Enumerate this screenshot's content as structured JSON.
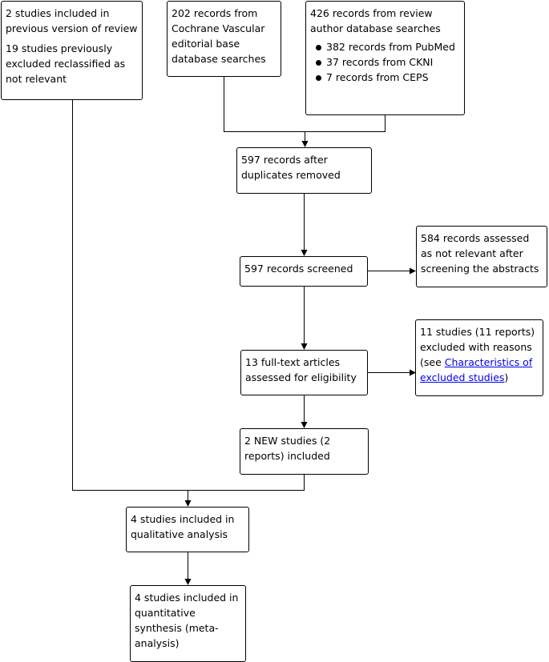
{
  "boxes": {
    "previous_review": {
      "line1": "2 studies included in previous version of review",
      "line2": "19 studies previously excluded reclassified as not relevant"
    },
    "cochrane_search": {
      "text": "202 records from Cochrane Vascular editorial base database searches"
    },
    "author_search": {
      "text": "426 records from review author database searches",
      "items": [
        "382 records from PubMed",
        "37 records from CKNI",
        "7 records from CEPS"
      ]
    },
    "after_duplicates": {
      "text": "597 records after duplicates removed"
    },
    "screened": {
      "text": "597 records screened"
    },
    "excluded_screening": {
      "text": "584 records assessed as not relevant after screening the abstracts"
    },
    "fulltext": {
      "text": "13 full-text articles assessed for eligibility"
    },
    "excluded_fulltext": {
      "text_before": "11 studies (11 reports) excluded with reasons (see ",
      "link": "Characteristics of excluded studies",
      "text_after": ")"
    },
    "new_included": {
      "text": "2 NEW studies (2 reports) included"
    },
    "qualitative": {
      "text": "4 studies included in qualitative analysis"
    },
    "quantitative": {
      "text": "4 studies included in quantitative synthesis (meta-analysis)"
    }
  },
  "colors": {
    "line": "#000000",
    "link": "#0000ee"
  }
}
